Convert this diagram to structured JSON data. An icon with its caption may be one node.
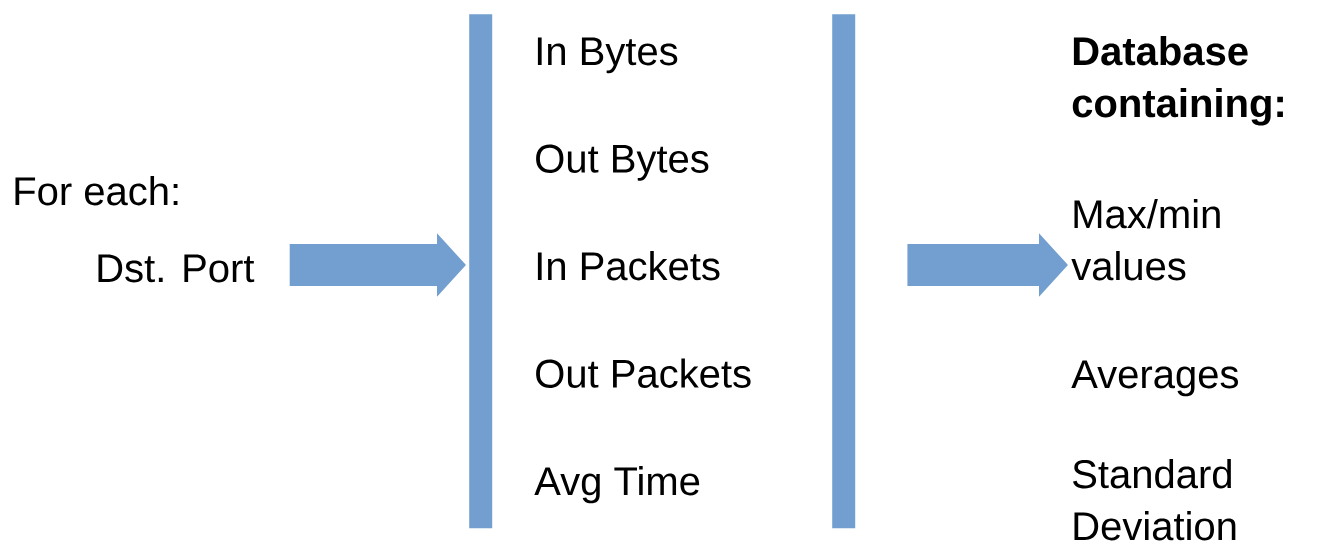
{
  "diagram": {
    "nodes": [
      {
        "text": [
          "For each:",
          "Dst. Port"
        ]
      },
      {
        "text": [],
        "shape": "bar"
      },
      {
        "text": [],
        "shape": "bar"
      },
      {
        "text": [
          "Database containing:",
          "Max/min values",
          "Averages",
          "Standard Deviation"
        ]
      }
    ],
    "edges": [
      {
        "from": 0,
        "to": 1,
        "arrow": "to"
      },
      {
        "from": 2,
        "to": 3,
        "arrow": "to"
      }
    ],
    "labels": [
      "In Bytes",
      "Out Bytes",
      "In Packets",
      "Out Packets",
      "Avg Time"
    ]
  }
}
